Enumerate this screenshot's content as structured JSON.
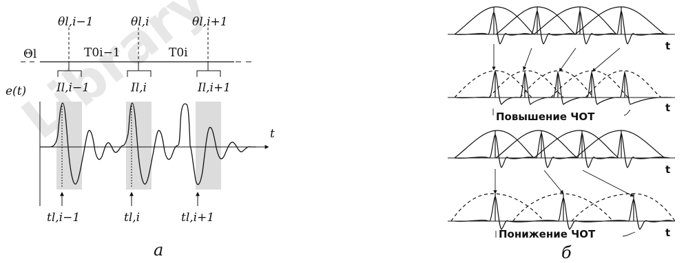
{
  "watermark": "Library",
  "panel_a": {
    "label_theta_prev": "θl,i−1",
    "label_theta_cur": "θl,i",
    "label_theta_next": "θl,i+1",
    "label_Theta": "Θl",
    "label_T0_prev": "T0i−1",
    "label_T0_cur": "T0i",
    "label_I_prev": "Il,i−1",
    "label_I_cur": "Il,i",
    "label_I_next": "Il,i+1",
    "label_e": "e(t)",
    "label_t": "t",
    "label_t_prev": "tl,i−1",
    "label_t_cur": "tl,i",
    "label_t_next": "tl,i+1",
    "caption": "а"
  },
  "panel_b": {
    "axis_t": "t",
    "label_raise": "Повышение ЧОТ",
    "label_lower": "Понижение ЧОТ",
    "caption": "б"
  }
}
